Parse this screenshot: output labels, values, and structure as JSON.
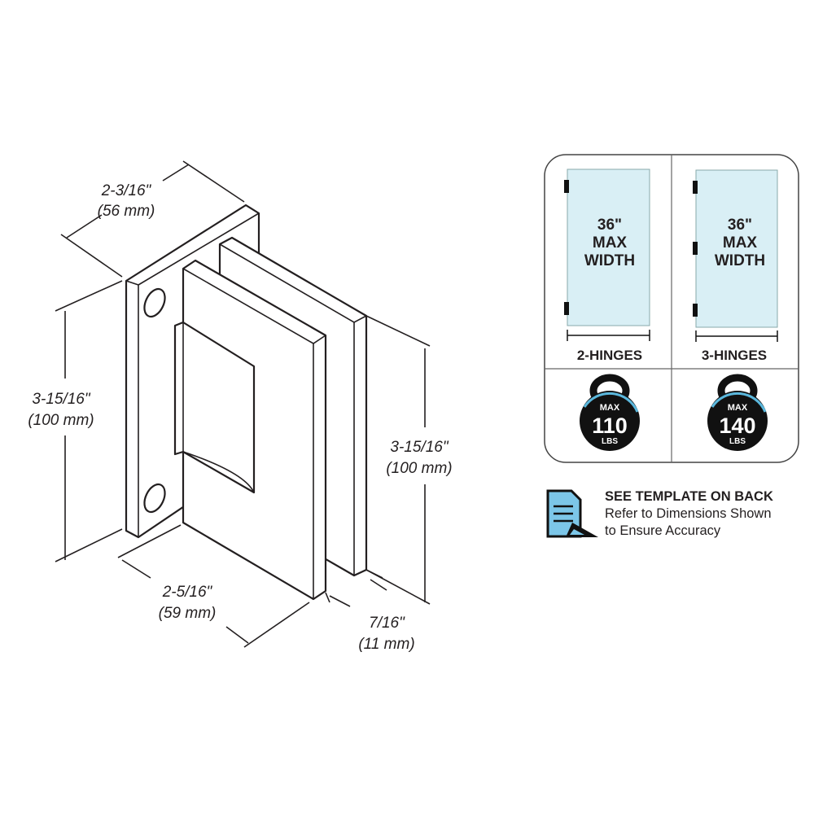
{
  "dimensions": {
    "top_width": {
      "imperial": "2-3/16\"",
      "metric": "(56 mm)"
    },
    "left_height": {
      "imperial": "3-15/16\"",
      "metric": "(100 mm)"
    },
    "right_height": {
      "imperial": "3-15/16\"",
      "metric": "(100 mm)"
    },
    "bottom_width": {
      "imperial": "2-5/16\"",
      "metric": "(59 mm)"
    },
    "gap": {
      "imperial": "7/16\"",
      "metric": "(11 mm)"
    }
  },
  "specs": {
    "panels": [
      {
        "width_value": "36\"",
        "width_line1": "MAX",
        "width_line2": "WIDTH",
        "label": "2-HINGES",
        "weight_max": "MAX",
        "weight_value": "110",
        "weight_unit": "LBS",
        "hinge_count": 2
      },
      {
        "width_value": "36\"",
        "width_line1": "MAX",
        "width_line2": "WIDTH",
        "label": "3-HINGES",
        "weight_max": "MAX",
        "weight_value": "140",
        "weight_unit": "LBS",
        "hinge_count": 3
      }
    ]
  },
  "note": {
    "title": "SEE TEMPLATE ON BACK",
    "line1": "Refer to Dimensions Shown",
    "line2": "to Ensure Accuracy"
  },
  "colors": {
    "glass": "#d9eff5",
    "accent": "#5bb8dd",
    "ink": "#231f20"
  }
}
